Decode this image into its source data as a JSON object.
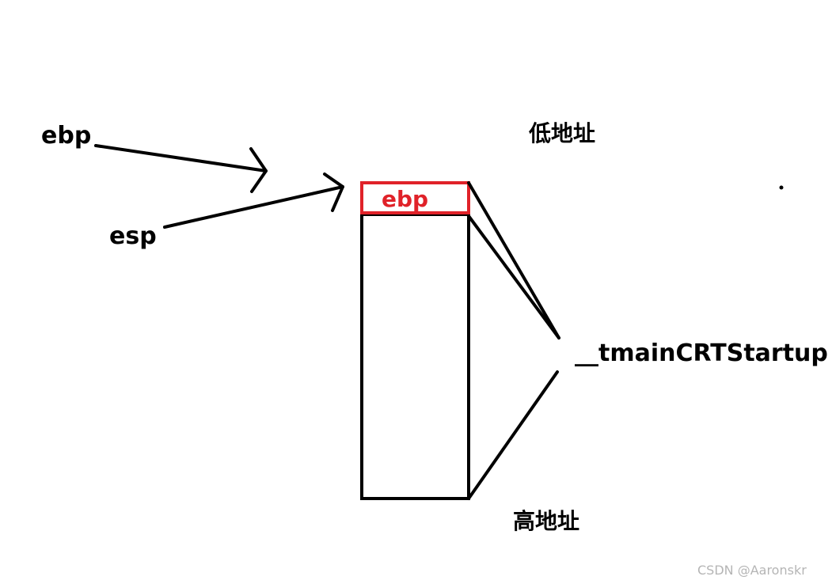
{
  "labels": {
    "ebp_pointer": "ebp",
    "esp_pointer": "esp",
    "low_address": "低地址",
    "high_address": "高地址",
    "frame_label": "__tmainCRTStartup",
    "saved_ebp": "ebp"
  },
  "watermark": "CSDN @Aaronskr",
  "colors": {
    "ink": "#000000",
    "highlight": "#e02229",
    "watermark": "#b5b5b5"
  }
}
